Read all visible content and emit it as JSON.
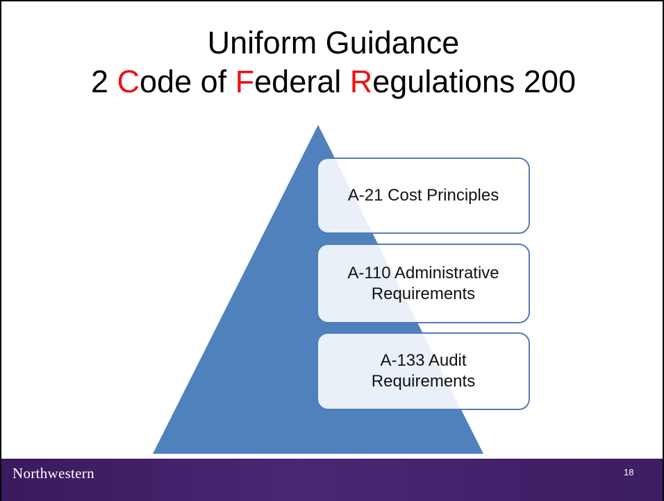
{
  "slide": {
    "title_line1": "Uniform Guidance",
    "title_line2": {
      "prefix": "2 ",
      "c_letter": "C",
      "c_rest": "ode of ",
      "f_letter": "F",
      "f_rest": "ederal ",
      "r_letter": "R",
      "r_rest": "egulations 200"
    },
    "accent_color": "#ee1111"
  },
  "diagram": {
    "pyramid_color": "#4f81bd",
    "boxes": [
      {
        "lines": [
          "A-21 Cost Principles"
        ]
      },
      {
        "lines": [
          "A-110 Administrative",
          "Requirements"
        ]
      },
      {
        "lines": [
          "A-133 Audit",
          "Requirements"
        ]
      }
    ]
  },
  "footer": {
    "logo_text": "Northwestern",
    "page_number": "18",
    "background_color": "#4b2672"
  }
}
